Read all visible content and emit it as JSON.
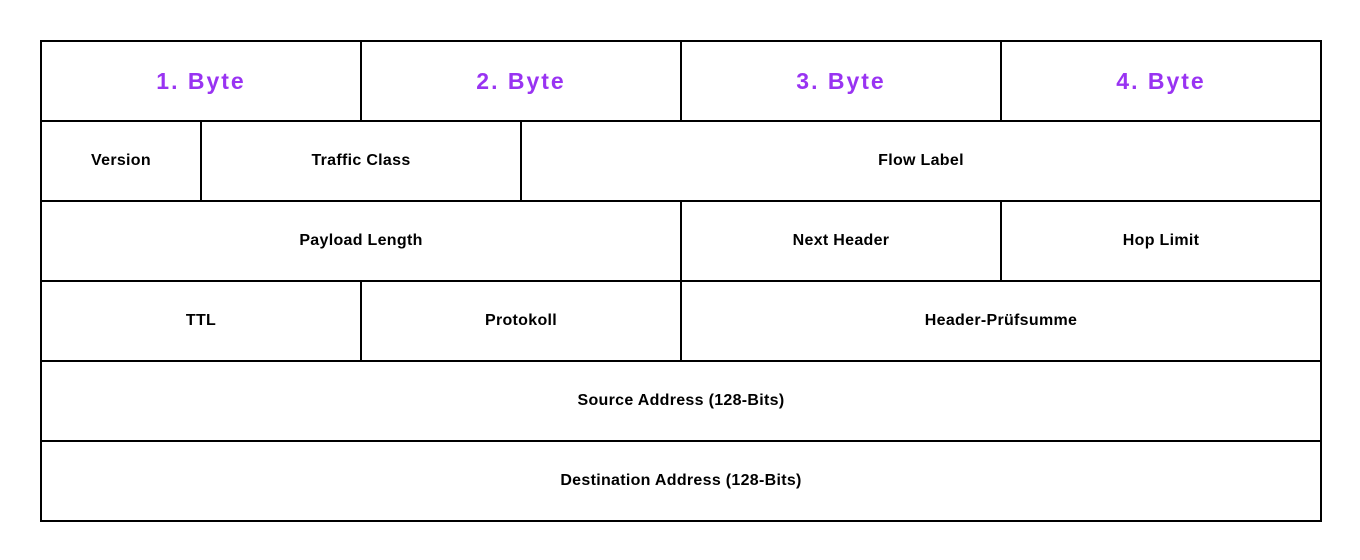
{
  "diagram": {
    "type": "packet-header-diagram",
    "accent_color": "#9933f2",
    "text_color": "#000000",
    "border_color": "#000000",
    "background_color": "#ffffff",
    "byte_headers": [
      "1. Byte",
      "2. Byte",
      "3. Byte",
      "4. Byte"
    ],
    "rows": [
      {
        "fields": [
          {
            "label": "Version",
            "bits": 4
          },
          {
            "label": "Traffic Class",
            "bits": 8
          },
          {
            "label": "Flow Label",
            "bits": 20
          }
        ]
      },
      {
        "fields": [
          {
            "label": "Payload Length",
            "bits": 16
          },
          {
            "label": "Next Header",
            "bits": 8
          },
          {
            "label": "Hop Limit",
            "bits": 8
          }
        ]
      },
      {
        "fields": [
          {
            "label": "TTL",
            "bits": 8
          },
          {
            "label": "Protokoll",
            "bits": 8
          },
          {
            "label": "Header-Prüfsumme",
            "bits": 16
          }
        ]
      },
      {
        "fields": [
          {
            "label": "Source Address (128-Bits)",
            "bits": 32
          }
        ]
      },
      {
        "fields": [
          {
            "label": "Destination Address (128-Bits)",
            "bits": 32
          }
        ]
      }
    ]
  }
}
